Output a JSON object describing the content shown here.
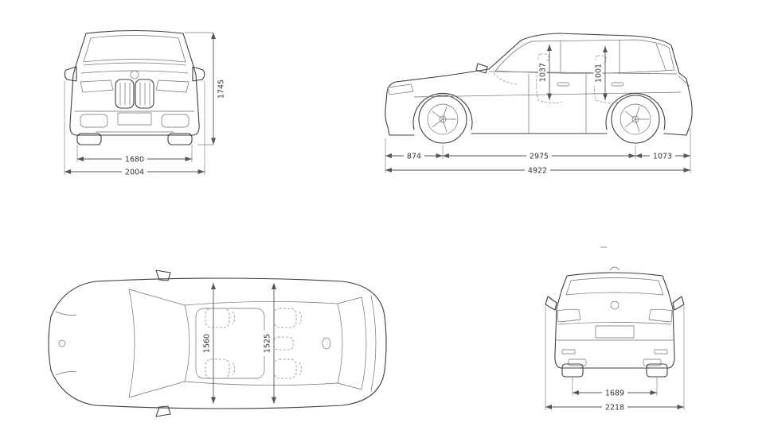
{
  "page": {
    "background": "#ffffff",
    "line_color": "#3f3f3f",
    "dim_color": "#555555"
  },
  "views": {
    "front": {
      "label": "front-view",
      "dims": {
        "height": "1745",
        "track_width": "1680",
        "overall_width": "2004"
      }
    },
    "side": {
      "label": "side-view",
      "dims": {
        "front_headroom": "1037",
        "rear_headroom": "1001",
        "front_overhang": "874",
        "wheelbase": "2975",
        "rear_overhang": "1073",
        "overall_length": "4922"
      }
    },
    "top": {
      "label": "top-view",
      "dims": {
        "front_interior_width": "1560",
        "rear_interior_width": "1525"
      }
    },
    "rear": {
      "label": "rear-view",
      "dims": {
        "track_width": "1689",
        "overall_width_mirrors": "2218"
      }
    }
  }
}
